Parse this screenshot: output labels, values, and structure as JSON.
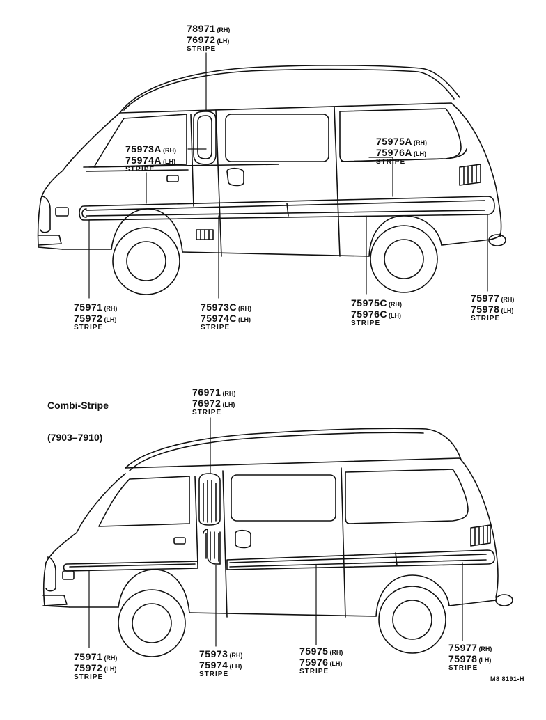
{
  "upper_view": {
    "callouts": [
      {
        "id": "roof-stripe-top",
        "parts": [
          {
            "num": "78971",
            "side": "(RH)"
          },
          {
            "num": "76972",
            "side": "(LH)"
          }
        ],
        "name": "STRIPE"
      },
      {
        "id": "front-door-stripe",
        "parts": [
          {
            "num": "75973A",
            "side": "(RH)"
          },
          {
            "num": "75974A",
            "side": "(LH)"
          }
        ],
        "name": "STRIPE"
      },
      {
        "id": "rear-upper-stripe",
        "parts": [
          {
            "num": "75975A",
            "side": "(RH)"
          },
          {
            "num": "75976A",
            "side": "(LH)"
          }
        ],
        "name": "STRIPE"
      },
      {
        "id": "front-lower-stripe",
        "parts": [
          {
            "num": "75971",
            "side": "(RH)"
          },
          {
            "num": "75972",
            "side": "(LH)"
          }
        ],
        "name": "STRIPE"
      },
      {
        "id": "center-lower-stripe",
        "parts": [
          {
            "num": "75973C",
            "side": "(RH)"
          },
          {
            "num": "75974C",
            "side": "(LH)"
          }
        ],
        "name": "STRIPE"
      },
      {
        "id": "rear-lower-stripe",
        "parts": [
          {
            "num": "75975C",
            "side": "(RH)"
          },
          {
            "num": "75976C",
            "side": "(LH)"
          }
        ],
        "name": "STRIPE"
      },
      {
        "id": "rear-corner-stripe",
        "parts": [
          {
            "num": "75977",
            "side": "(RH)"
          },
          {
            "num": "75978",
            "side": "(LH)"
          }
        ],
        "name": "STRIPE"
      }
    ]
  },
  "lower_view": {
    "title": "Combi-Stripe",
    "period": "(7903–7910)",
    "callouts": [
      {
        "id": "pillar-stripe",
        "parts": [
          {
            "num": "76971",
            "side": "(RH)"
          },
          {
            "num": "76972",
            "side": "(LH)"
          }
        ],
        "name": "STRIPE"
      },
      {
        "id": "front-lower-stripe",
        "parts": [
          {
            "num": "75971",
            "side": "(RH)"
          },
          {
            "num": "75972",
            "side": "(LH)"
          }
        ],
        "name": "STRIPE"
      },
      {
        "id": "center-stripe",
        "parts": [
          {
            "num": "75973",
            "side": "(RH)"
          },
          {
            "num": "75974",
            "side": "(LH)"
          }
        ],
        "name": "STRIPE"
      },
      {
        "id": "mid-stripe",
        "parts": [
          {
            "num": "75975",
            "side": "(RH)"
          },
          {
            "num": "75976",
            "side": "(LH)"
          }
        ],
        "name": "STRIPE"
      },
      {
        "id": "rear-corner-stripe",
        "parts": [
          {
            "num": "75977",
            "side": "(RH)"
          },
          {
            "num": "75978",
            "side": "(LH)"
          }
        ],
        "name": "STRIPE"
      }
    ]
  },
  "drawing_code": "M8 8191-H",
  "colors": {
    "ink": "#111111",
    "paper": "#ffffff"
  }
}
